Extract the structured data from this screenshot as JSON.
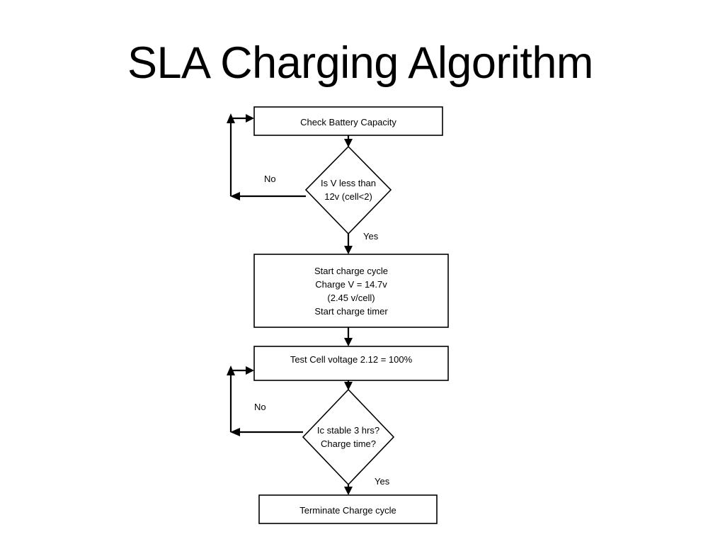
{
  "slide": {
    "title": "SLA Charging Algorithm",
    "background_color": "#ffffff",
    "stroke_color": "#000000"
  },
  "diagram": {
    "type": "flowchart",
    "nodes": [
      {
        "id": "check-battery-capacity",
        "shape": "process",
        "lines": [
          "Check Battery Capacity"
        ],
        "text": "Check Battery Capacity"
      },
      {
        "id": "is-v-less-than-12v",
        "shape": "decision",
        "lines": [
          "Is V less than",
          "12v (cell<2)"
        ],
        "text": "Is V less than\n12v (cell<2)"
      },
      {
        "id": "start-charge-cycle",
        "shape": "process",
        "lines": [
          "Start charge cycle",
          "Charge V = 14.7v",
          "(2.45 v/cell)",
          "Start charge timer"
        ],
        "text": "Start charge cycle\nCharge V = 14.7v\n(2.45 v/cell)\nStart charge timer"
      },
      {
        "id": "test-cell-voltage",
        "shape": "process",
        "lines": [
          "Test Cell voltage 2.12 = 100%"
        ],
        "text": "Test Cell voltage 2.12 = 100%"
      },
      {
        "id": "ic-stable-3-hrs",
        "shape": "decision",
        "lines": [
          "Ic stable 3 hrs?",
          "Charge time?"
        ],
        "text": "Ic stable 3 hrs?\nCharge time?"
      },
      {
        "id": "terminate-charge-cycle",
        "shape": "process",
        "lines": [
          "Terminate Charge cycle"
        ],
        "text": "Terminate Charge cycle"
      }
    ],
    "edge_labels": {
      "decision1_no": "No",
      "decision1_yes": "Yes",
      "decision2_no": "No",
      "decision2_yes": "Yes"
    }
  }
}
